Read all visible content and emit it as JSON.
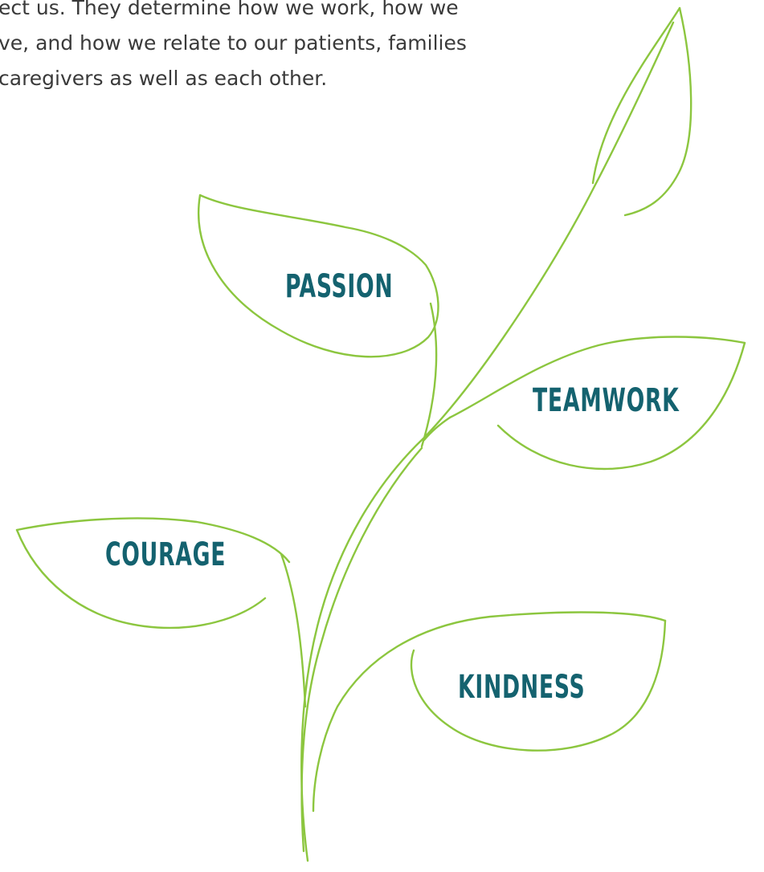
{
  "intro": {
    "lines": [
      "ect us. They determine how we work, how we",
      "ve, and how we relate to our patients, families",
      "caregivers as well as each other."
    ]
  },
  "values": {
    "passion": "PASSION",
    "teamwork": "TEAMWORK",
    "courage": "COURAGE",
    "kindness": "KINDNESS"
  },
  "colors": {
    "vine": "#8cc63f",
    "label": "#14626f",
    "body_text": "#3a3a3a"
  }
}
